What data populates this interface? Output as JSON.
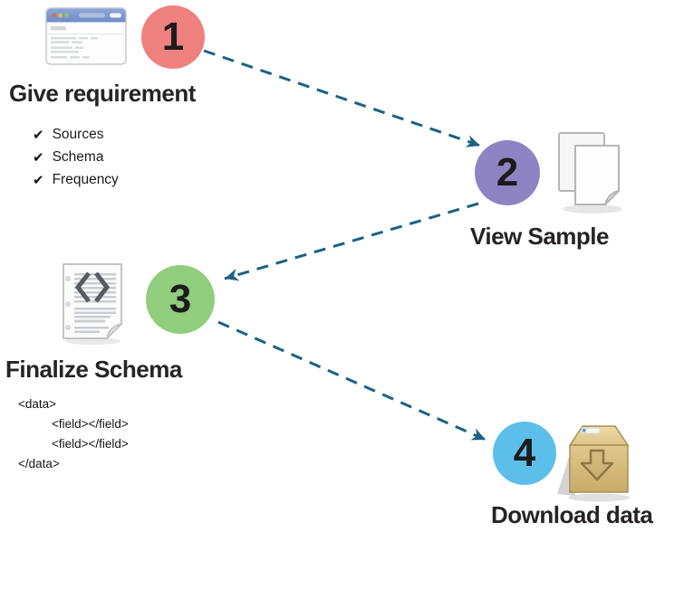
{
  "diagram": {
    "background": "#ffffff",
    "arrow": {
      "color": "#1b6284",
      "style": "dashed"
    },
    "arrows": [
      {
        "from": "1",
        "to": "2"
      },
      {
        "from": "2",
        "to": "3"
      },
      {
        "from": "3",
        "to": "4"
      }
    ],
    "steps": [
      {
        "number": "1",
        "title": "Give requirement",
        "badge_color": "#ee817e",
        "icon": "browser-window-icon"
      },
      {
        "number": "2",
        "title": "View Sample",
        "badge_color": "#8f84c3",
        "icon": "documents-icon"
      },
      {
        "number": "3",
        "title": "Finalize Schema",
        "badge_color": "#90cd7c",
        "icon": "code-document-icon"
      },
      {
        "number": "4",
        "title": "Download data",
        "badge_color": "#5cbfe9",
        "icon": "package-download-icon"
      }
    ],
    "checklist": {
      "bullet": "✔",
      "items": [
        "Sources",
        "Schema",
        "Frequency"
      ]
    },
    "code_sample": {
      "lines": [
        "<data>",
        "<field></field>",
        "<field></field>",
        "</data>"
      ]
    }
  }
}
